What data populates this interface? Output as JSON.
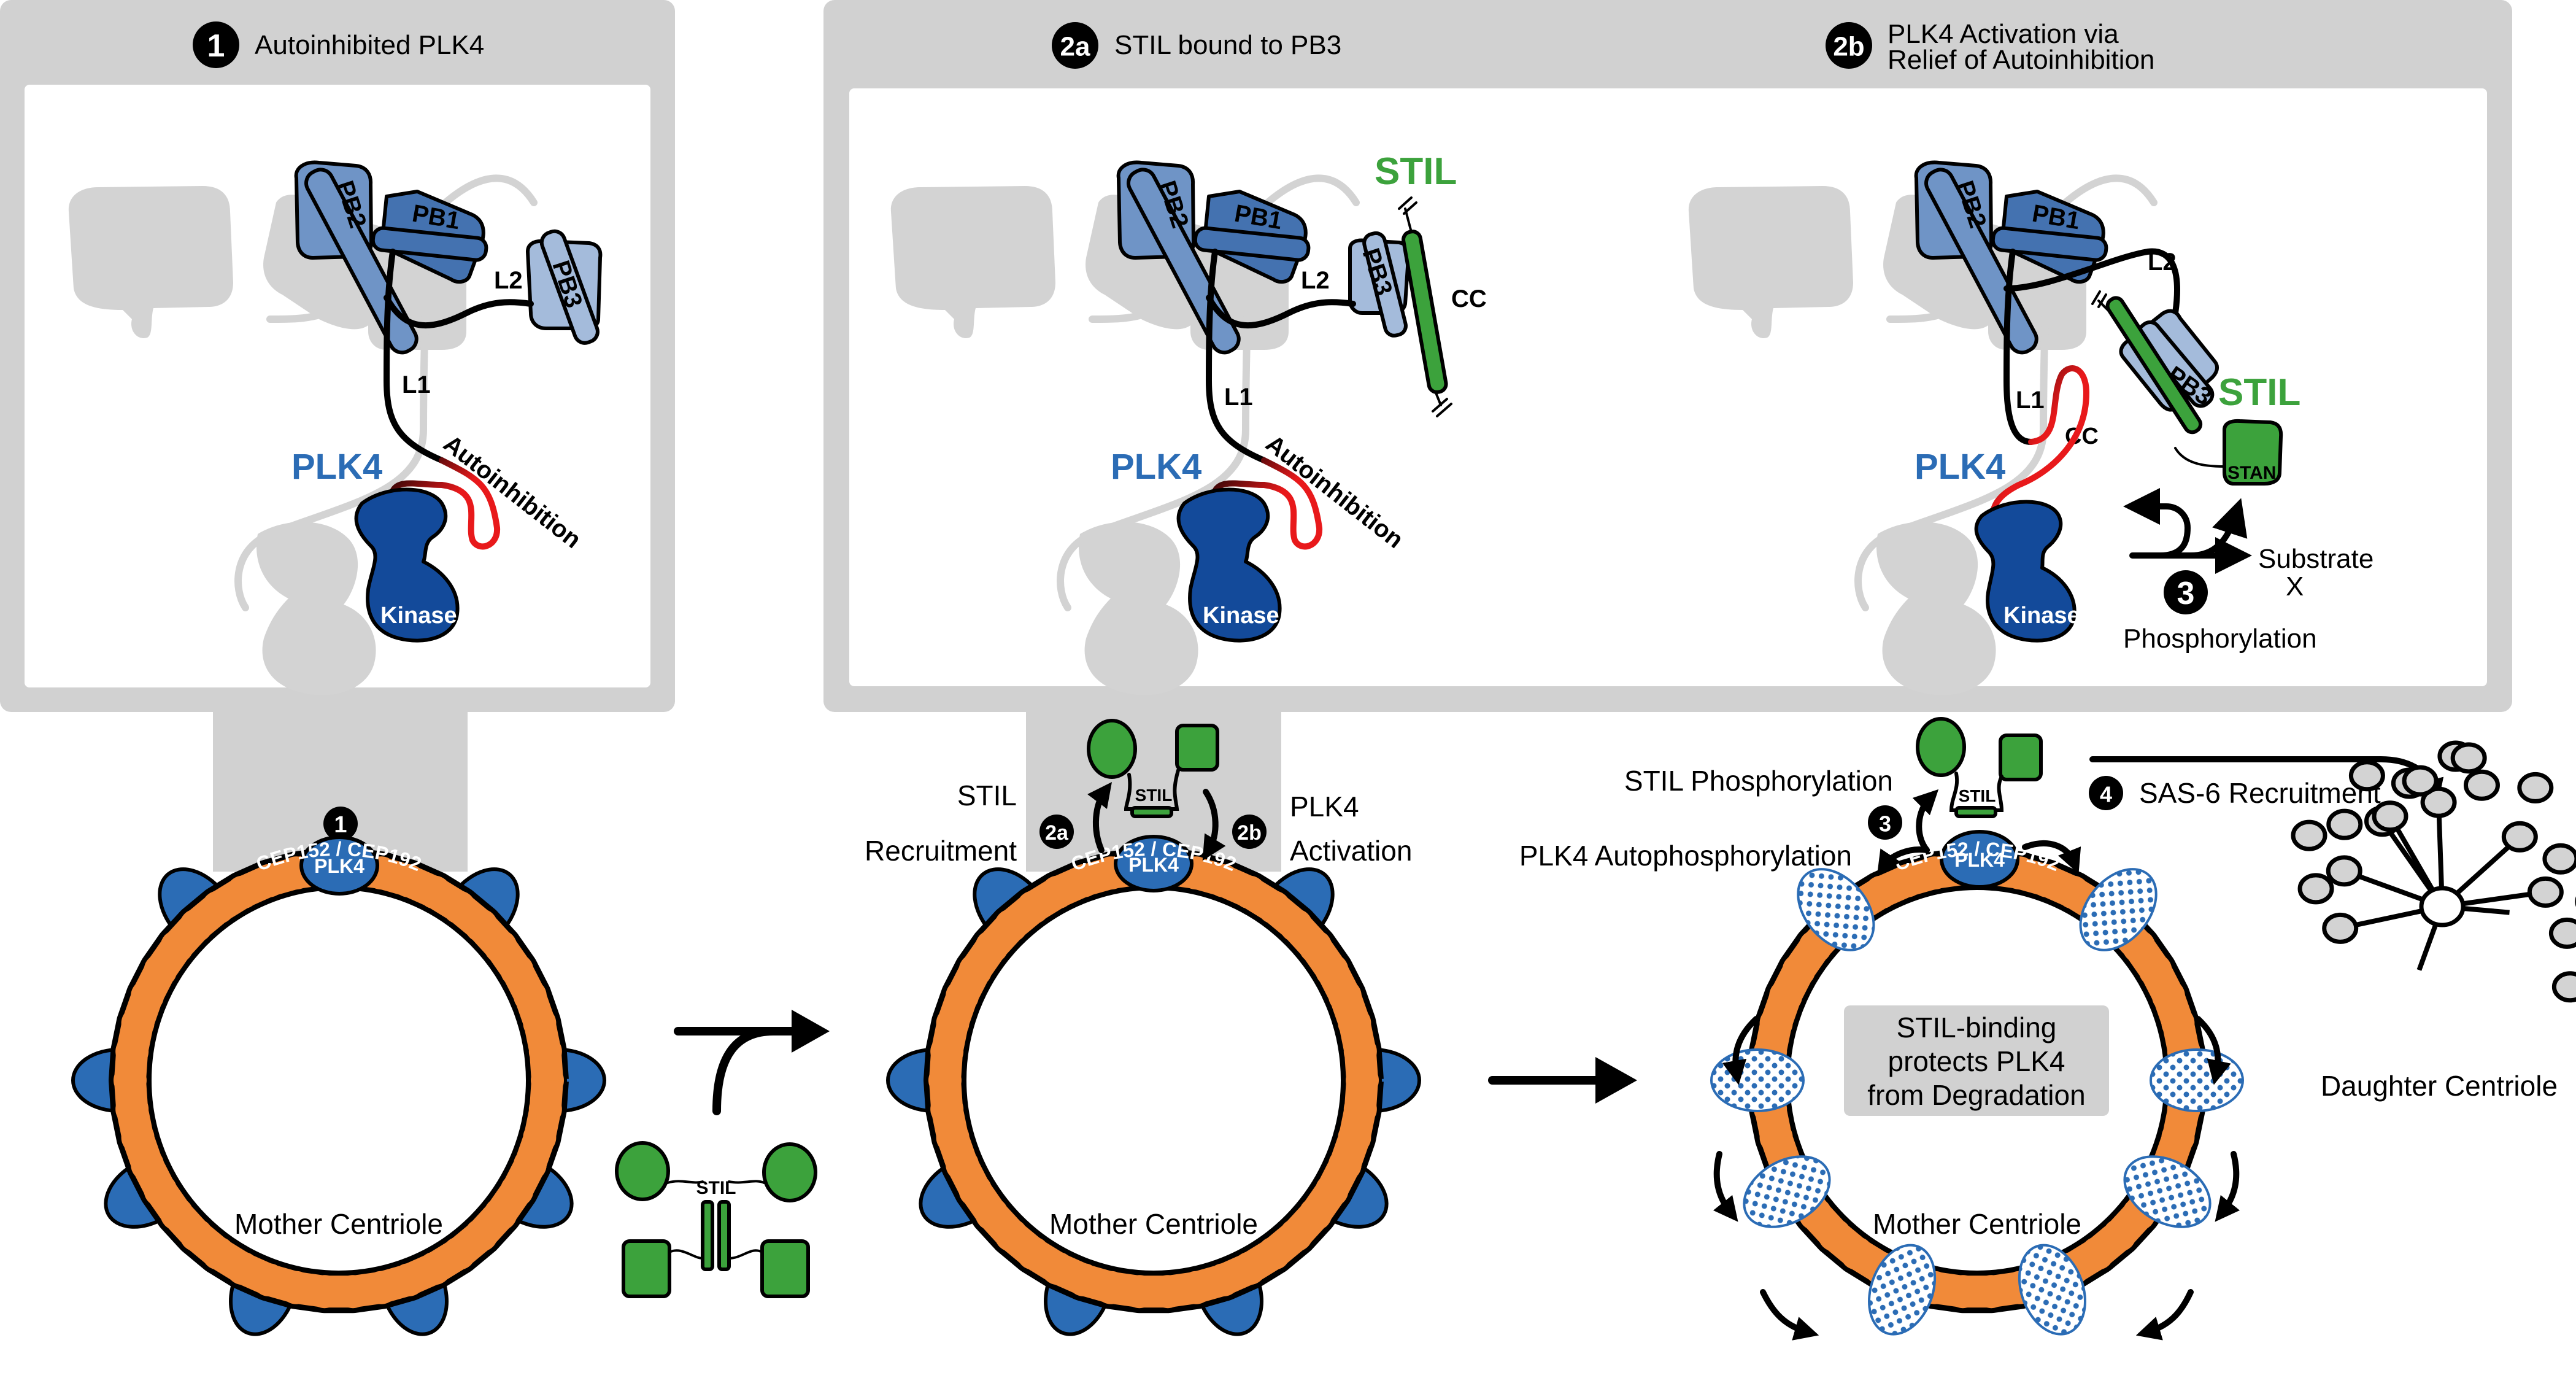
{
  "colors": {
    "panel_gray": "#d1d1d1",
    "pb1_blue": "#4472b0",
    "pb2_blue": "#6f94c6",
    "pb3_blue": "#a4bbdb",
    "kinase_blue": "#134a9a",
    "plk4_label_blue": "#2b6cb5",
    "stil_green": "#3ca23c",
    "cep_orange": "#f18a39",
    "autoinhibition_red": "#e8191b",
    "ghost_gray": "#d3d3d3"
  },
  "panels": {
    "p1": {
      "badge": "1",
      "title": "Autoinhibited PLK4"
    },
    "p2a": {
      "badge": "2a",
      "title": "STIL bound to PB3"
    },
    "p2b": {
      "badge": "2b",
      "title_line1": "PLK4 Activation via",
      "title_line2": "Relief of Autoinhibition"
    }
  },
  "protein": {
    "pb1": "PB1",
    "pb2": "PB2",
    "pb3": "PB3",
    "l1": "L1",
    "l2": "L2",
    "plk4": "PLK4",
    "kinase": "Kinase",
    "autoinhibition": "Autoinhibition",
    "stil": "STIL",
    "cc": "CC",
    "stan": "STAN"
  },
  "phosphorylation_inset": {
    "badge": "3",
    "label": "Phosphorylation",
    "substrate_line1": "Substrate",
    "substrate_line2": "X"
  },
  "centrioles": {
    "c1": {
      "badge": "1",
      "plk4": "PLK4",
      "cep": "CEP152 / CEP192",
      "label": "Mother Centriole"
    },
    "c2": {
      "plk4": "PLK4",
      "cep": "CEP152 / CEP192",
      "label": "Mother Centriole",
      "stil": "STIL",
      "left_badge": "2a",
      "left_line1": "STIL",
      "left_line2": "Recruitment",
      "right_badge": "2b",
      "right_line1": "PLK4",
      "right_line2": "Activation"
    },
    "c3": {
      "plk4": "PLK4",
      "cep": "CEP152 / CEP192",
      "label": "Mother Centriole",
      "stil": "STIL",
      "badge3": "3",
      "stil_phos": "STIL Phosphorylation",
      "auto_phos": "PLK4 Autophosphorylation",
      "badge4": "4",
      "sas6": "SAS-6 Recruitment",
      "protect_line1": "STIL-binding",
      "protect_line2": "protects PLK4",
      "protect_line3": "from Degradation"
    },
    "free_stil": "STIL",
    "daughter": "Daughter Centriole"
  }
}
